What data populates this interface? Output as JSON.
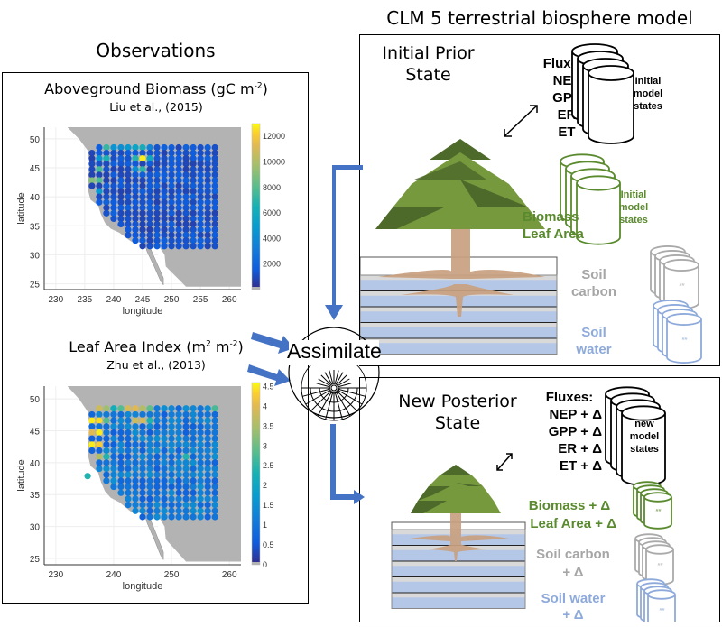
{
  "headings": {
    "observations": "Observations",
    "model": "CLM 5 terrestrial biosphere model"
  },
  "assimilate": {
    "label": "Assimilate"
  },
  "prior": {
    "state_label_line1": "Initial Prior",
    "state_label_line2": "State",
    "fluxes_title": "Fluxes:",
    "fluxes": [
      "NEP",
      "GPP",
      "ER",
      "ET"
    ],
    "veg_labels": [
      "Biomass",
      "Leaf Area"
    ],
    "soil_carbon": [
      "Soil",
      "carbon"
    ],
    "soil_water": [
      "Soil",
      "water"
    ],
    "cyl_black": [
      "Initial",
      "model",
      "states"
    ],
    "cyl_green": [
      "Initial",
      "model",
      "states"
    ],
    "cyl_placeholder": "””"
  },
  "posterior": {
    "state_label_line1": "New Posterior",
    "state_label_line2": "State",
    "fluxes_title": "Fluxes:",
    "fluxes": [
      "NEP + Δ",
      "GPP + Δ",
      "ER + Δ",
      "ET + Δ"
    ],
    "veg_labels": [
      "Biomass + Δ",
      "Leaf Area + Δ"
    ],
    "soil_carbon": [
      "Soil carbon",
      "+ Δ"
    ],
    "soil_water": [
      "Soil water",
      "+ Δ"
    ],
    "cyl_black": [
      "new",
      "model",
      "states"
    ],
    "cyl_placeholder": "””"
  },
  "colors": {
    "arrow_blue": "#4472c4",
    "tree_dark": "#4e6a2b",
    "tree_light": "#77993e",
    "trunk": "#c9a07f",
    "soil_water": "#b4c7e7",
    "soil_grey": "#d9d9d9",
    "land_grey": "#b3b3b3",
    "green_text": "#5a8a2e",
    "grey_text": "#a6a6a6",
    "blue_text": "#8eaadb"
  },
  "chart_data": [
    {
      "type": "scatter",
      "title": "Aboveground Biomass (gC m-2)",
      "subtitle": "Liu et al., (2015)",
      "xlabel": "longitude",
      "ylabel": "latitude",
      "xlim": [
        228,
        262
      ],
      "ylim": [
        24,
        52
      ],
      "xticks": [
        230,
        235,
        240,
        245,
        250,
        255,
        260
      ],
      "yticks": [
        25,
        30,
        35,
        40,
        45,
        50
      ],
      "colorbar": {
        "min": 0,
        "max": 13000,
        "ticks": [
          2000,
          4000,
          6000,
          8000,
          10000,
          12000
        ]
      },
      "grid": true,
      "grid_x_range": [
        236.25,
        257.5
      ],
      "grid_y_range": [
        31.5,
        48.5
      ],
      "grid_step_x": 1.25,
      "grid_step_y": 0.9444,
      "background_value": 1200,
      "highlights": [
        {
          "lon": 245.0,
          "lat": 46.6,
          "value": 12800
        },
        {
          "lon": 245.0,
          "lat": 45.6,
          "value": 10500
        },
        {
          "lon": 243.75,
          "lat": 47.5,
          "value": 8500
        },
        {
          "lon": 245.0,
          "lat": 47.5,
          "value": 8800
        },
        {
          "lon": 243.75,
          "lat": 46.6,
          "value": 6800
        },
        {
          "lon": 243.75,
          "lat": 45.6,
          "value": 6500
        },
        {
          "lon": 245.0,
          "lat": 44.7,
          "value": 7000
        },
        {
          "lon": 246.25,
          "lat": 47.5,
          "value": 6200
        },
        {
          "lon": 246.25,
          "lat": 46.6,
          "value": 5800
        },
        {
          "lon": 246.25,
          "lat": 45.6,
          "value": 4500
        },
        {
          "lon": 238.75,
          "lat": 48.5,
          "value": 7200
        },
        {
          "lon": 238.75,
          "lat": 47.5,
          "value": 7500
        },
        {
          "lon": 238.75,
          "lat": 46.6,
          "value": 6500
        },
        {
          "lon": 237.5,
          "lat": 47.5,
          "value": 5000
        },
        {
          "lon": 237.5,
          "lat": 46.6,
          "value": 4500
        },
        {
          "lon": 237.5,
          "lat": 45.6,
          "value": 5200
        },
        {
          "lon": 237.5,
          "lat": 44.7,
          "value": 7500
        },
        {
          "lon": 237.5,
          "lat": 43.7,
          "value": 9000
        },
        {
          "lon": 237.5,
          "lat": 42.8,
          "value": 7800
        },
        {
          "lon": 237.5,
          "lat": 41.8,
          "value": 5500
        },
        {
          "lon": 237.5,
          "lat": 40.9,
          "value": 4800
        },
        {
          "lon": 236.25,
          "lat": 43.7,
          "value": 5500
        },
        {
          "lon": 236.25,
          "lat": 42.8,
          "value": 9000
        },
        {
          "lon": 236.25,
          "lat": 41.8,
          "value": 8000
        },
        {
          "lon": 236.25,
          "lat": 40.9,
          "value": 10500
        },
        {
          "lon": 236.25,
          "lat": 39.9,
          "value": 6000
        },
        {
          "lon": 240.0,
          "lat": 48.5,
          "value": 4500
        },
        {
          "lon": 241.25,
          "lat": 48.5,
          "value": 4200
        },
        {
          "lon": 242.5,
          "lat": 48.5,
          "value": 4800
        },
        {
          "lon": 243.75,
          "lat": 48.5,
          "value": 5500
        },
        {
          "lon": 245.0,
          "lat": 48.5,
          "value": 6200
        },
        {
          "lon": 246.25,
          "lat": 48.5,
          "value": 3500
        },
        {
          "lon": 241.25,
          "lat": 45.6,
          "value": 3800
        },
        {
          "lon": 243.75,
          "lat": 44.7,
          "value": 4200
        },
        {
          "lon": 252.5,
          "lat": 38.9,
          "value": 3200
        },
        {
          "lon": 253.75,
          "lat": 39.9,
          "value": 3800
        },
        {
          "lon": 252.5,
          "lat": 37.9,
          "value": 3000
        }
      ]
    },
    {
      "type": "scatter",
      "title": "Leaf Area Index (m2 m-2)",
      "subtitle": "Zhu et al., (2013)",
      "xlabel": "longitude",
      "ylabel": "latitude",
      "xlim": [
        228,
        262
      ],
      "ylim": [
        24,
        52
      ],
      "xticks": [
        230,
        240,
        250,
        260
      ],
      "yticks": [
        25,
        30,
        35,
        40,
        45,
        50
      ],
      "colorbar": {
        "min": 0,
        "max": 4.6,
        "ticks": [
          0,
          0.5,
          1,
          1.5,
          2,
          2.5,
          3,
          3.5,
          4,
          4.5
        ]
      },
      "grid": true,
      "grid_x_range": [
        236.25,
        257.5
      ],
      "grid_y_range": [
        31.5,
        48.5
      ],
      "grid_step_x": 1.25,
      "grid_step_y": 0.9444,
      "background_value": 1.0,
      "highlights": [
        {
          "lon": 236.25,
          "lat": 48.5,
          "value": 3.0
        },
        {
          "lon": 237.5,
          "lat": 48.5,
          "value": 3.8
        },
        {
          "lon": 238.75,
          "lat": 48.5,
          "value": 3.4
        },
        {
          "lon": 240.0,
          "lat": 48.5,
          "value": 2.2
        },
        {
          "lon": 241.25,
          "lat": 48.5,
          "value": 2.8
        },
        {
          "lon": 242.5,
          "lat": 48.5,
          "value": 3.9
        },
        {
          "lon": 243.75,
          "lat": 48.5,
          "value": 4.0
        },
        {
          "lon": 245.0,
          "lat": 48.5,
          "value": 3.6
        },
        {
          "lon": 246.25,
          "lat": 48.5,
          "value": 2.9
        },
        {
          "lon": 257.5,
          "lat": 48.5,
          "value": 2.7
        },
        {
          "lon": 236.25,
          "lat": 47.5,
          "value": 3.8
        },
        {
          "lon": 237.5,
          "lat": 47.5,
          "value": 3.8
        },
        {
          "lon": 238.75,
          "lat": 47.5,
          "value": 3.5
        },
        {
          "lon": 243.75,
          "lat": 47.5,
          "value": 4.3
        },
        {
          "lon": 245.0,
          "lat": 47.5,
          "value": 3.2
        },
        {
          "lon": 246.25,
          "lat": 47.5,
          "value": 2.8
        },
        {
          "lon": 257.5,
          "lat": 47.5,
          "value": 2.4
        },
        {
          "lon": 236.25,
          "lat": 46.6,
          "value": 4.5
        },
        {
          "lon": 237.5,
          "lat": 46.6,
          "value": 4.4
        },
        {
          "lon": 238.75,
          "lat": 46.6,
          "value": 2.8
        },
        {
          "lon": 243.75,
          "lat": 46.6,
          "value": 3.8
        },
        {
          "lon": 245.0,
          "lat": 46.6,
          "value": 3.9
        },
        {
          "lon": 246.25,
          "lat": 46.6,
          "value": 2.4
        },
        {
          "lon": 236.25,
          "lat": 45.6,
          "value": 4.2
        },
        {
          "lon": 237.5,
          "lat": 45.6,
          "value": 4.0
        },
        {
          "lon": 238.75,
          "lat": 45.6,
          "value": 2.5
        },
        {
          "lon": 242.5,
          "lat": 45.6,
          "value": 2.6
        },
        {
          "lon": 243.75,
          "lat": 45.6,
          "value": 2.7
        },
        {
          "lon": 245.0,
          "lat": 45.6,
          "value": 2.3
        },
        {
          "lon": 236.25,
          "lat": 44.7,
          "value": 4.0
        },
        {
          "lon": 237.5,
          "lat": 44.7,
          "value": 4.5
        },
        {
          "lon": 236.25,
          "lat": 43.7,
          "value": 4.4
        },
        {
          "lon": 237.5,
          "lat": 43.7,
          "value": 3.8
        },
        {
          "lon": 236.25,
          "lat": 42.8,
          "value": 4.5
        },
        {
          "lon": 237.5,
          "lat": 42.8,
          "value": 4.3
        },
        {
          "lon": 236.25,
          "lat": 41.8,
          "value": 4.2
        },
        {
          "lon": 237.5,
          "lat": 41.8,
          "value": 3.0
        },
        {
          "lon": 236.25,
          "lat": 40.9,
          "value": 4.5
        },
        {
          "lon": 237.5,
          "lat": 40.9,
          "value": 3.6
        },
        {
          "lon": 238.75,
          "lat": 40.9,
          "value": 2.4
        },
        {
          "lon": 236.25,
          "lat": 39.9,
          "value": 3.9
        },
        {
          "lon": 237.5,
          "lat": 39.9,
          "value": 2.0
        },
        {
          "lon": 238.75,
          "lat": 39.9,
          "value": 3.2
        },
        {
          "lon": 236.25,
          "lat": 38.9,
          "value": 3.8
        },
        {
          "lon": 237.5,
          "lat": 38.9,
          "value": 2.5
        },
        {
          "lon": 238.75,
          "lat": 38.9,
          "value": 2.8
        },
        {
          "lon": 235.5,
          "lat": 37.9,
          "value": 2.4
        },
        {
          "lon": 237.5,
          "lat": 36.9,
          "value": 2.9
        },
        {
          "lon": 248.75,
          "lat": 41.8,
          "value": 2.2
        },
        {
          "lon": 252.5,
          "lat": 40.9,
          "value": 2.4
        },
        {
          "lon": 252.5,
          "lat": 39.9,
          "value": 2.2
        },
        {
          "lon": 253.75,
          "lat": 39.9,
          "value": 2.3
        },
        {
          "lon": 252.5,
          "lat": 38.9,
          "value": 2.4
        },
        {
          "lon": 248.75,
          "lat": 35.9,
          "value": 0.4
        },
        {
          "lon": 250.0,
          "lat": 35.9,
          "value": 0.4
        },
        {
          "lon": 245.0,
          "lat": 34.9,
          "value": 0.4
        },
        {
          "lon": 246.25,
          "lat": 34.9,
          "value": 0.3
        },
        {
          "lon": 246.25,
          "lat": 33.9,
          "value": 0.4
        },
        {
          "lon": 243.75,
          "lat": 33.0,
          "value": 0.5
        }
      ]
    }
  ]
}
